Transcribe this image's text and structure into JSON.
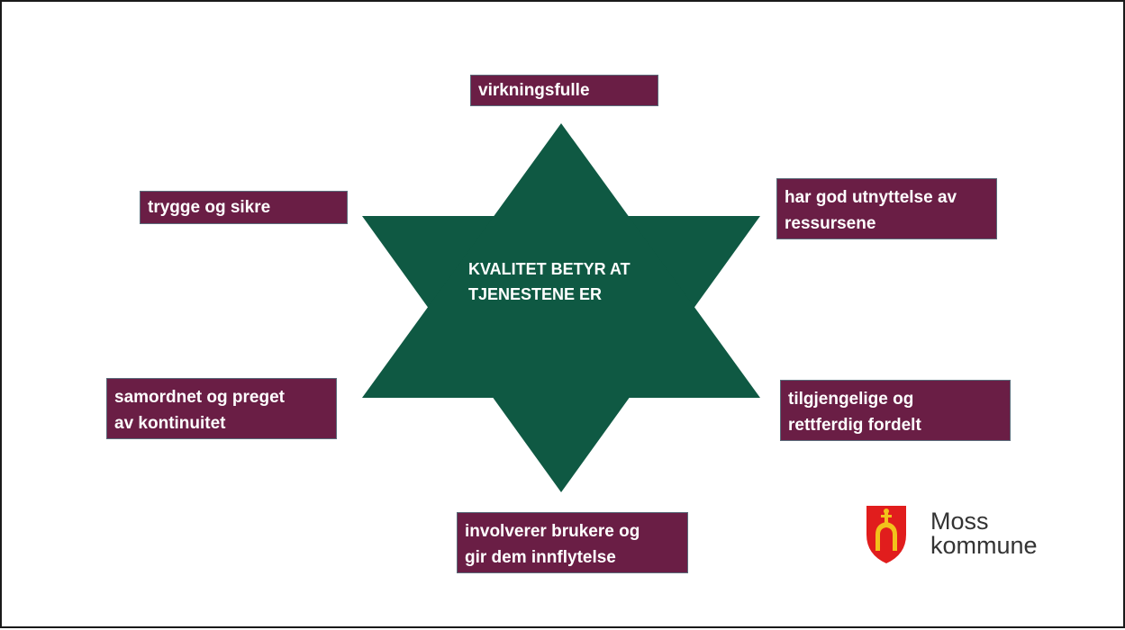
{
  "center": {
    "line1": "KVALITET BETYR AT",
    "line2": "TJENESTENE ER"
  },
  "boxes": {
    "top": {
      "lines": [
        "virkningsfulle"
      ]
    },
    "upper_left": {
      "lines": [
        "trygge og sikre"
      ]
    },
    "upper_right": {
      "lines": [
        "har god utnyttelse av",
        "ressursene"
      ]
    },
    "lower_left": {
      "lines": [
        "samordnet og preget",
        "av kontinuitet"
      ]
    },
    "lower_right": {
      "lines": [
        "tilgjengelige og",
        "rettferdig fordelt"
      ]
    },
    "bottom": {
      "lines": [
        "involverer brukere og",
        "gir dem innflytelse"
      ]
    }
  },
  "logo": {
    "line1": "Moss",
    "line2": "kommune"
  },
  "colors": {
    "star": "#0f5943",
    "box": "#6a1e45",
    "shield_red": "#e11d1d",
    "shield_gold": "#f2c21b"
  }
}
